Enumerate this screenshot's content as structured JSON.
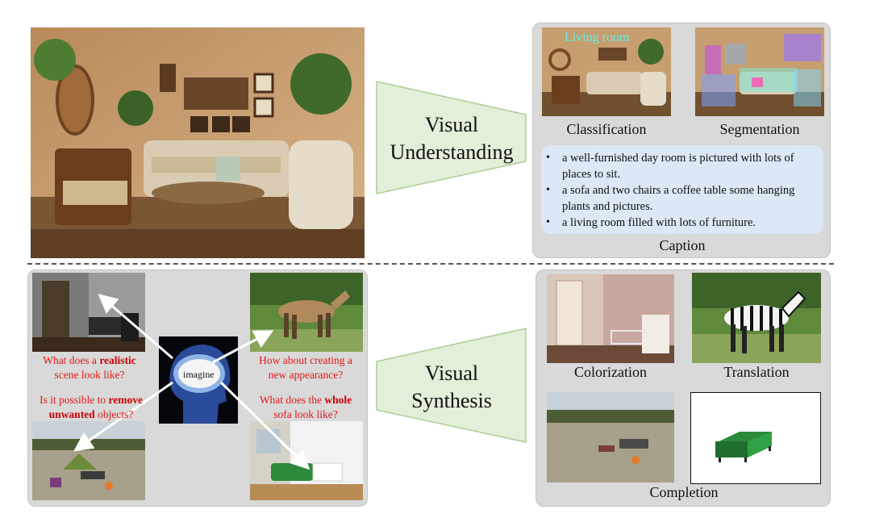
{
  "understanding": {
    "title_line1": "Visual",
    "title_line2": "Understanding",
    "classification_label": "Classification",
    "segmentation_label": "Segmentation",
    "classification_overlay": "Living room",
    "caption_label": "Caption",
    "captions": [
      "a well-furnished day room is pictured with lots of places to sit.",
      "a sofa and two chairs a coffee table some hanging plants and pictures.",
      "a living room filled with lots of furniture."
    ]
  },
  "synthesis": {
    "title_line1": "Visual",
    "title_line2": "Synthesis",
    "colorization_label": "Colorization",
    "translation_label": "Translation",
    "completion_label": "Completion",
    "imagine_label": "imagine",
    "questions": {
      "realistic_pre": "What does a ",
      "realistic_bold": "realistic",
      "realistic_post": "scene look like?",
      "appearance_line1": "How about creating a",
      "appearance_line2": "new appearance?",
      "remove_pre": "Is it possible to ",
      "remove_bold1": "remove",
      "remove_bold2": "unwanted",
      "remove_post": " objects?",
      "whole_pre": "What does the ",
      "whole_bold": "whole",
      "whole_post": "sofa look like?"
    }
  },
  "colors": {
    "panel": "#d9d9d9",
    "arrow_fill": "#e2efd9",
    "arrow_stroke": "#a9cf95",
    "caption_box": "#dce8f5",
    "question_red": "#e01818",
    "overlay_cyan": "#5ff2e8"
  }
}
